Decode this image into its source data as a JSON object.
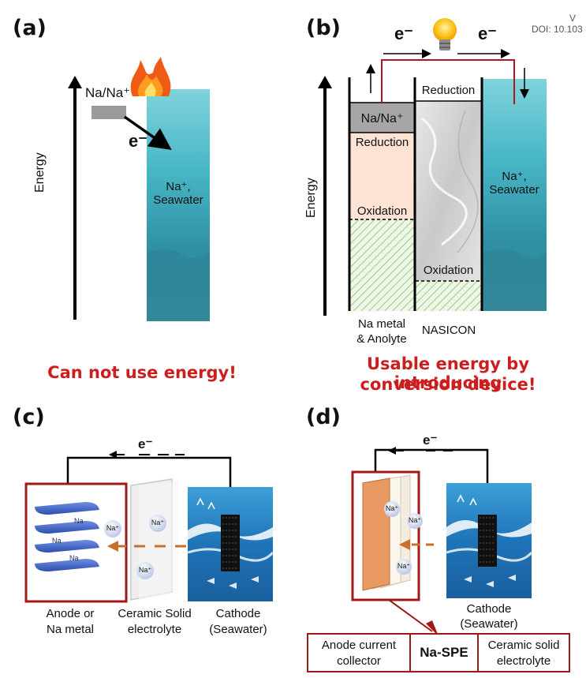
{
  "corner": {
    "line1": "V",
    "line2": "DOI: 10.103"
  },
  "panel_a": {
    "label": "(a)",
    "na_couple": "Na/Na⁺",
    "electron": "e⁻",
    "water_label_1": "Na⁺,",
    "water_label_2": "Seawater",
    "axis_label": "Energy",
    "caption": "Can not use energy!"
  },
  "panel_b": {
    "label": "(b)",
    "electron_left": "e⁻",
    "electron_right": "e⁻",
    "na_couple": "Na/Na⁺",
    "reduction_left": "Reduction",
    "oxidation_left": "Oxidation",
    "reduction_mid": "Reduction",
    "oxidation_mid": "Oxidation",
    "water_label_1": "Na⁺,",
    "water_label_2": "Seawater",
    "axis_label": "Energy",
    "col1_label_1": "Na metal",
    "col1_label_2": "& Anolyte",
    "col2_label": "NASICON",
    "caption_1": "Usable energy by introducing",
    "caption_2": "conversion device!"
  },
  "panel_c": {
    "label": "(c)",
    "electron": "e⁻",
    "ion": "Na⁺",
    "na": "Na",
    "anode_1": "Anode  or",
    "anode_2": "Na metal",
    "ceramic_1": "Ceramic Solid",
    "ceramic_2": "electrolyte",
    "cathode_1": "Cathode",
    "cathode_2": "(Seawater)"
  },
  "panel_d": {
    "label": "(d)",
    "electron": "e⁻",
    "ion": "Na⁺",
    "cathode_1": "Cathode",
    "cathode_2": "(Seawater)",
    "table_col1_1": "Anode  current",
    "table_col1_2": "collector",
    "table_col2": "Na-SPE",
    "table_col3_1": "Ceramic solid",
    "table_col3_2": "electrolyte"
  },
  "colors": {
    "caption_red": "#cc1e1e",
    "wire_red": "#b01818",
    "seawater": "#3aaec0",
    "ion_arrow": "#c8702a"
  }
}
